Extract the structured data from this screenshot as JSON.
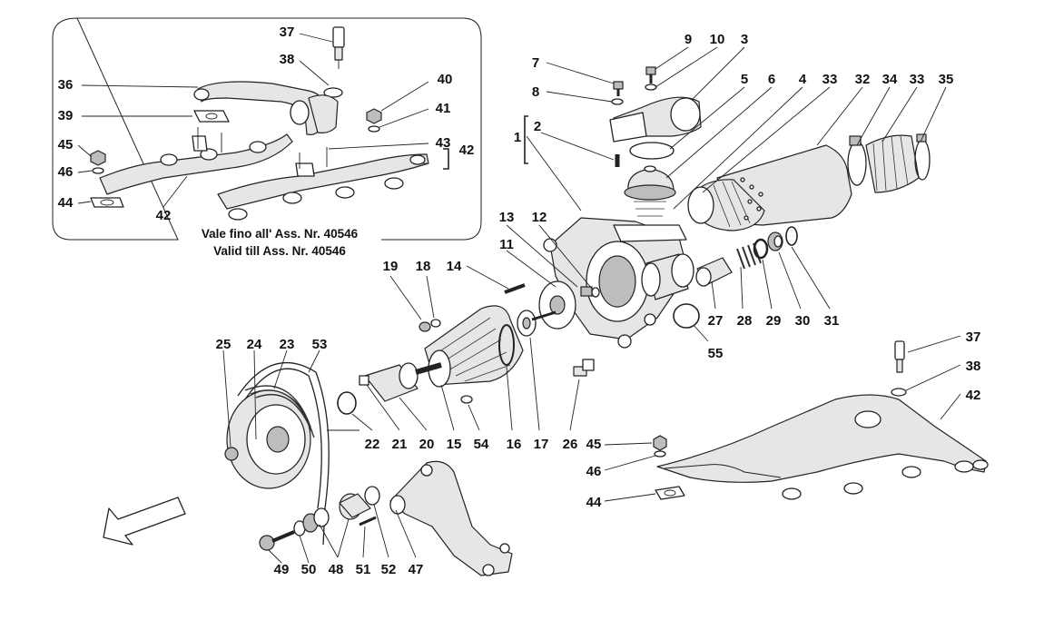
{
  "inset": {
    "caption_it": "Vale fino all' Ass. Nr. 40546",
    "caption_en": "Valid till Ass. Nr. 40546",
    "labels": [
      "37",
      "38",
      "36",
      "39",
      "40",
      "41",
      "43",
      "42",
      "45",
      "46",
      "44",
      "42"
    ]
  },
  "main": {
    "labels": [
      "7",
      "8",
      "9",
      "10",
      "3",
      "5",
      "6",
      "4",
      "33",
      "32",
      "34",
      "33",
      "35",
      "2",
      "1",
      "13",
      "12",
      "11",
      "14",
      "19",
      "18",
      "27",
      "28",
      "29",
      "30",
      "31",
      "55",
      "25",
      "24",
      "23",
      "53",
      "37",
      "38",
      "42",
      "22",
      "21",
      "20",
      "15",
      "54",
      "16",
      "17",
      "26",
      "45",
      "46",
      "44",
      "49",
      "50",
      "48",
      "51",
      "52",
      "47"
    ]
  }
}
